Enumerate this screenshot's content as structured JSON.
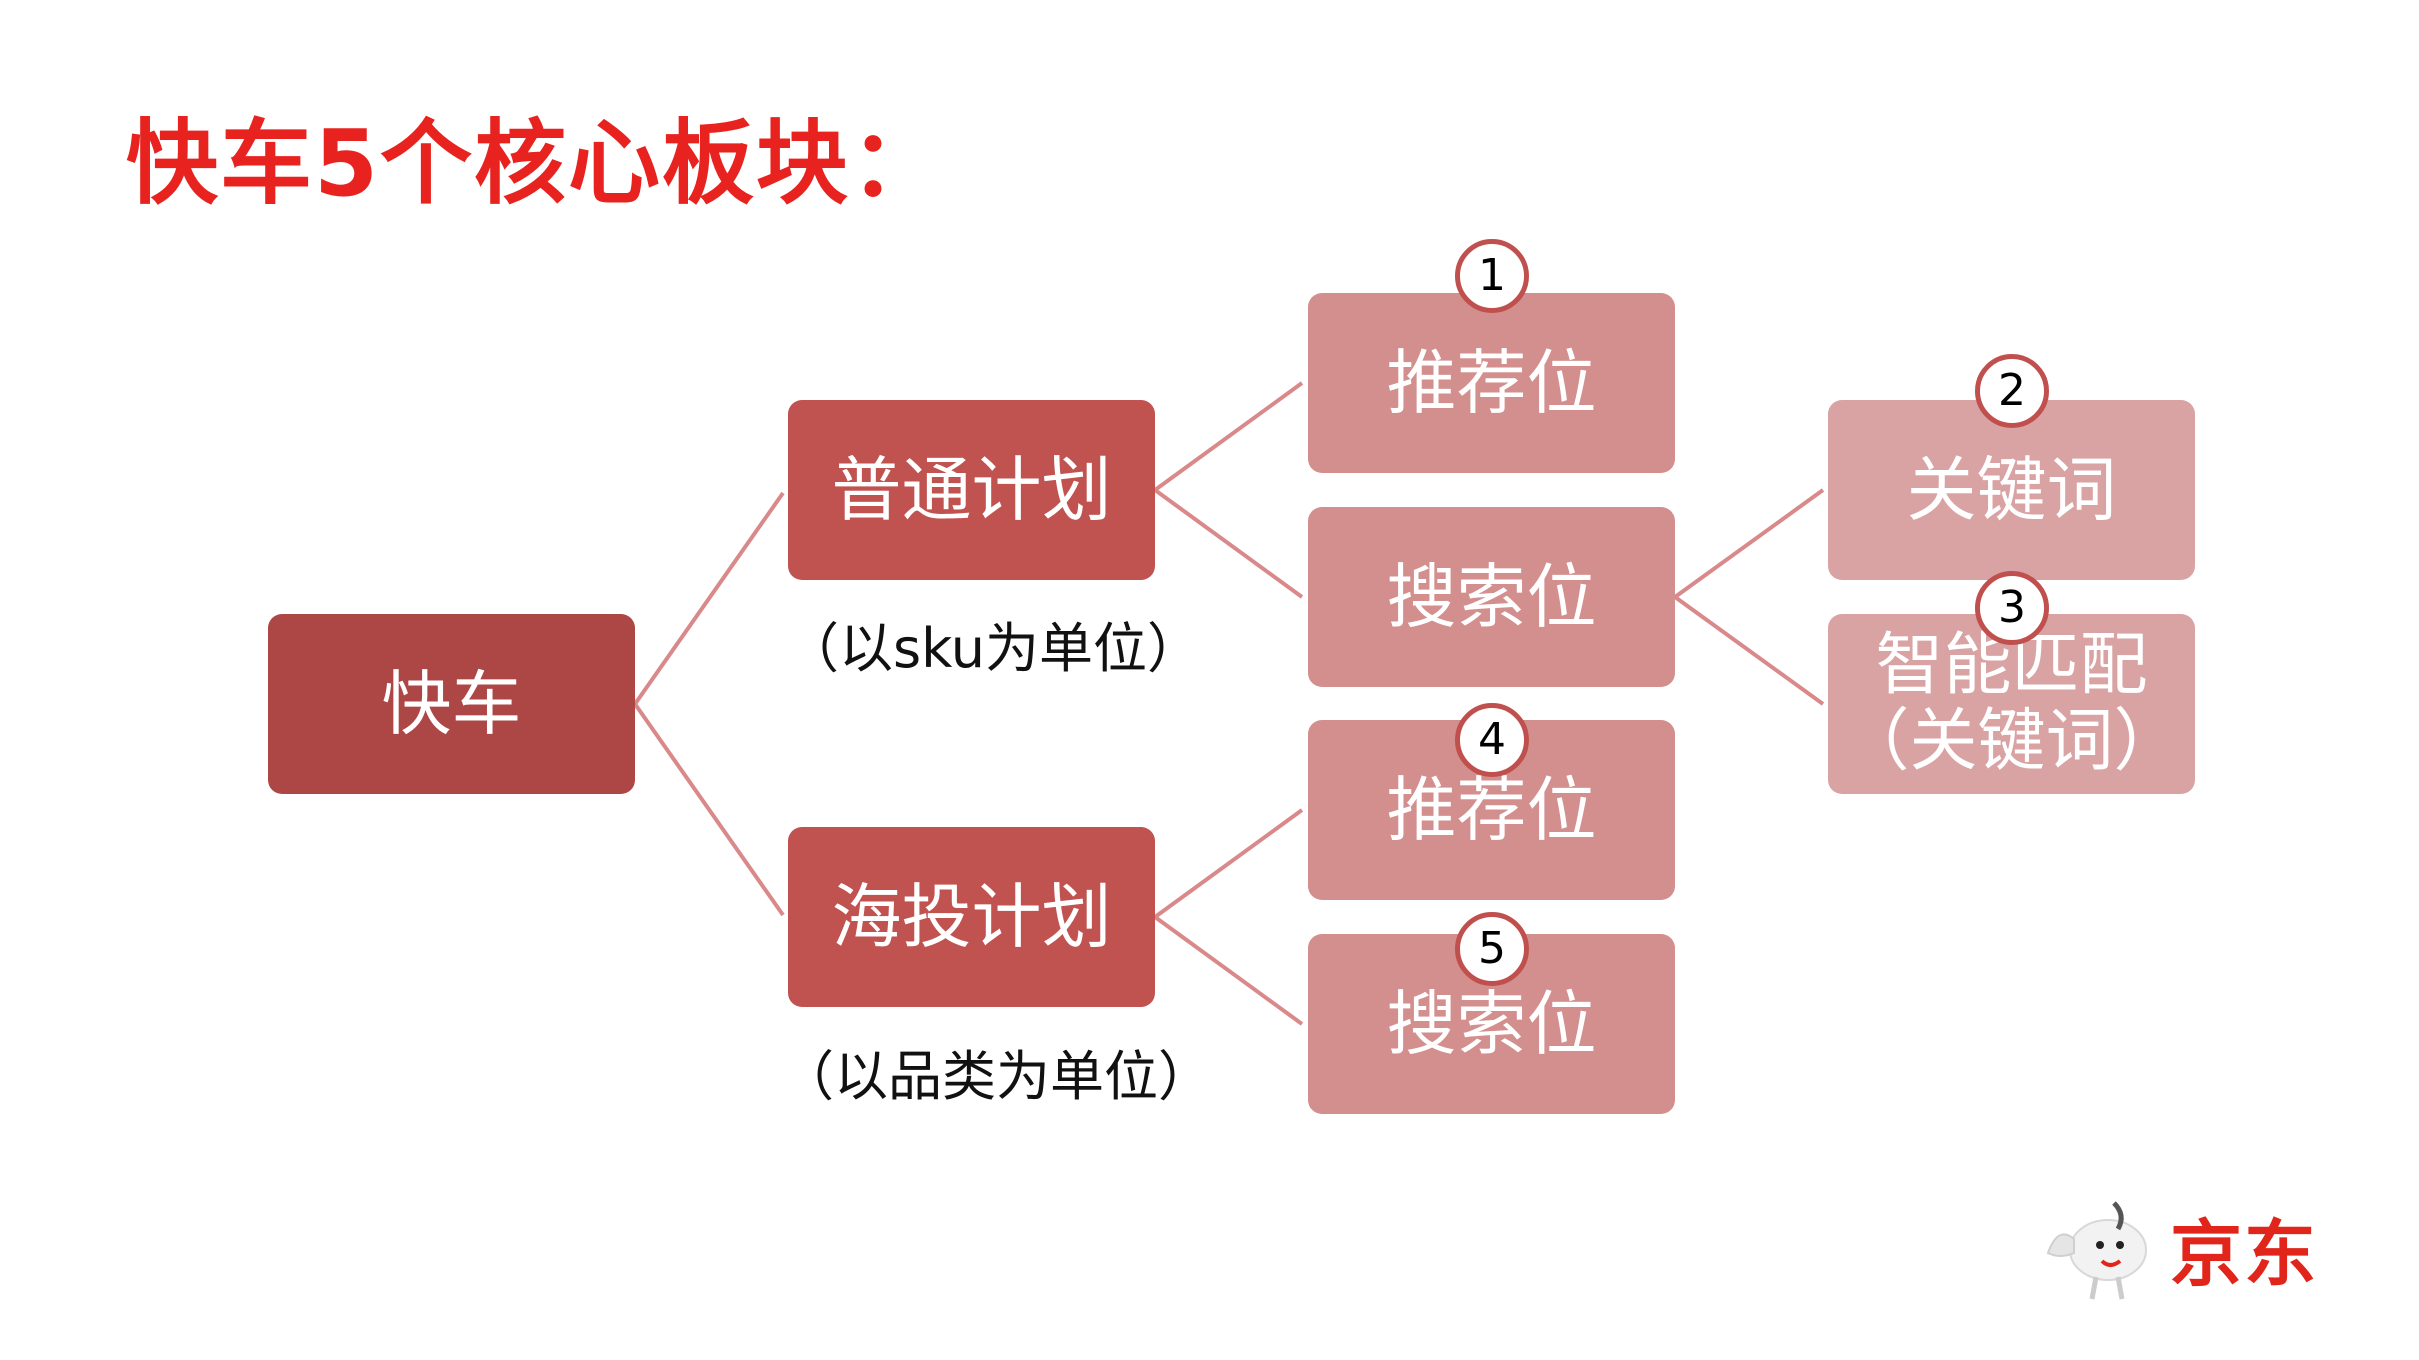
{
  "title": "快车5个核心板块：",
  "root": {
    "label": "快车"
  },
  "plans": [
    {
      "label": "普通计划",
      "note": "（以sku为单位）"
    },
    {
      "label": "海投计划",
      "note": "（以品类为单位）"
    }
  ],
  "positions": [
    {
      "label": "推荐位",
      "badge": "1"
    },
    {
      "label": "搜索位"
    },
    {
      "label": "推荐位",
      "badge": "4"
    },
    {
      "label": "搜索位",
      "badge": "5"
    }
  ],
  "search_types": [
    {
      "label": "关键词",
      "badge": "2"
    },
    {
      "line1": "智能匹配",
      "line2": "（关键词）",
      "badge": "3"
    }
  ],
  "logo": {
    "text": "京东"
  },
  "colors": {
    "title": "#e8231f",
    "root": "#ad4746",
    "plan": "#c05250",
    "position": "#d28f8e",
    "search_type": "#d9a2a3",
    "connector": "#d9898a",
    "badge_border": "#c0504d",
    "logo": "#e1251b"
  }
}
